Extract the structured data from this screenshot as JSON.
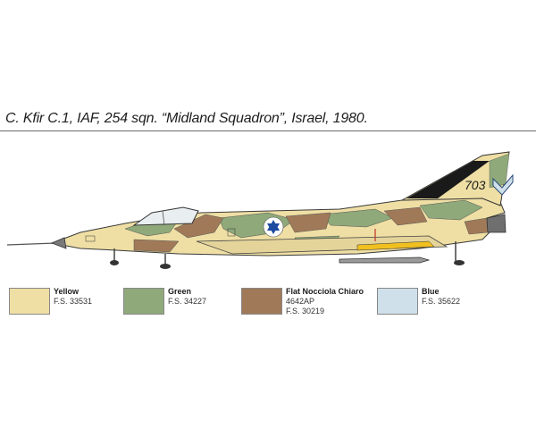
{
  "title": "C. Kfir C.1, IAF, 254 sqn. “Midland Squadron”, Israel, 1980.",
  "tail_number": "703",
  "aircraft_image": "Kfir C.1 side profile in desert camouflage",
  "colors": {
    "yellow": "#efdfa4",
    "green": "#8fa97a",
    "brown": "#a07a58",
    "blue": "#cfe0ea"
  },
  "legend": [
    {
      "name": "Yellow",
      "codes": [
        "F.S. 33531"
      ],
      "color": "#efdfa4"
    },
    {
      "name": "Green",
      "codes": [
        "F.S. 34227"
      ],
      "color": "#8fa97a"
    },
    {
      "name": "Flat Nocciola Chiaro",
      "codes": [
        "4642AP",
        "F.S. 30219"
      ],
      "color": "#a07a58"
    },
    {
      "name": "Blue",
      "codes": [
        "F.S. 35622"
      ],
      "color": "#cfe0ea"
    }
  ]
}
